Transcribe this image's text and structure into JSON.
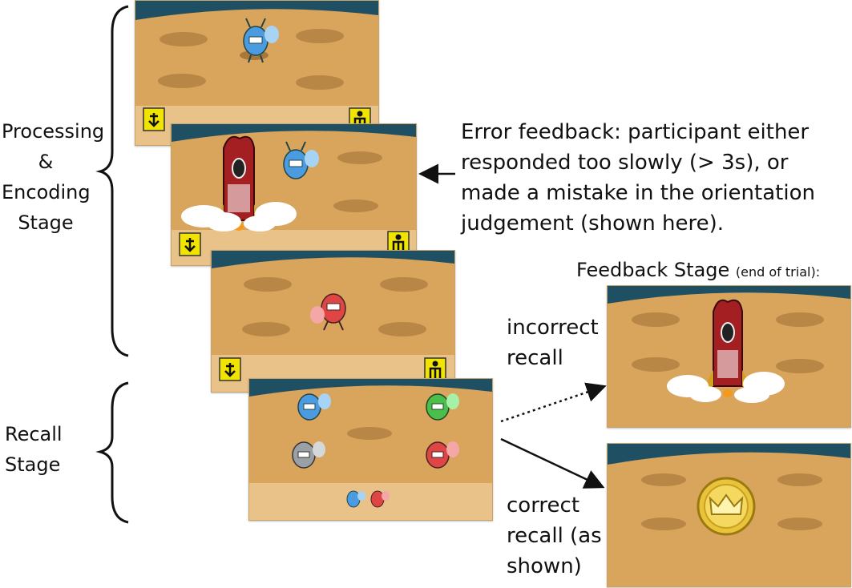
{
  "stages": {
    "processing": "Processing\n&\nEncoding\nStage",
    "recall": "Recall\nStage"
  },
  "error_feedback": "Error feedback: participant either\nresponded too slowly (> 3s), or\nmade a mistake in the orientation\njudgement (shown here).",
  "feedback_stage": {
    "title": "Feedback Stage",
    "subtitle": "(end of trial):"
  },
  "outcomes": {
    "incorrect": "incorrect\nrecall",
    "correct": "correct\nrecall (as\nshown)"
  },
  "icons": {
    "down": "down-arrow-button-icon",
    "up": "person-up-button-icon",
    "rocket": "rocket-icon",
    "alien": "alien-icon",
    "coin": "crown-coin-icon"
  },
  "colors": {
    "sand": "#d9a45c",
    "sky": "#1f4f63",
    "button": "#f0e400",
    "blue_alien": "#4a9be0",
    "green_alien": "#4bbf4b",
    "gray_alien": "#9aa0a5",
    "red_alien": "#e04545"
  }
}
